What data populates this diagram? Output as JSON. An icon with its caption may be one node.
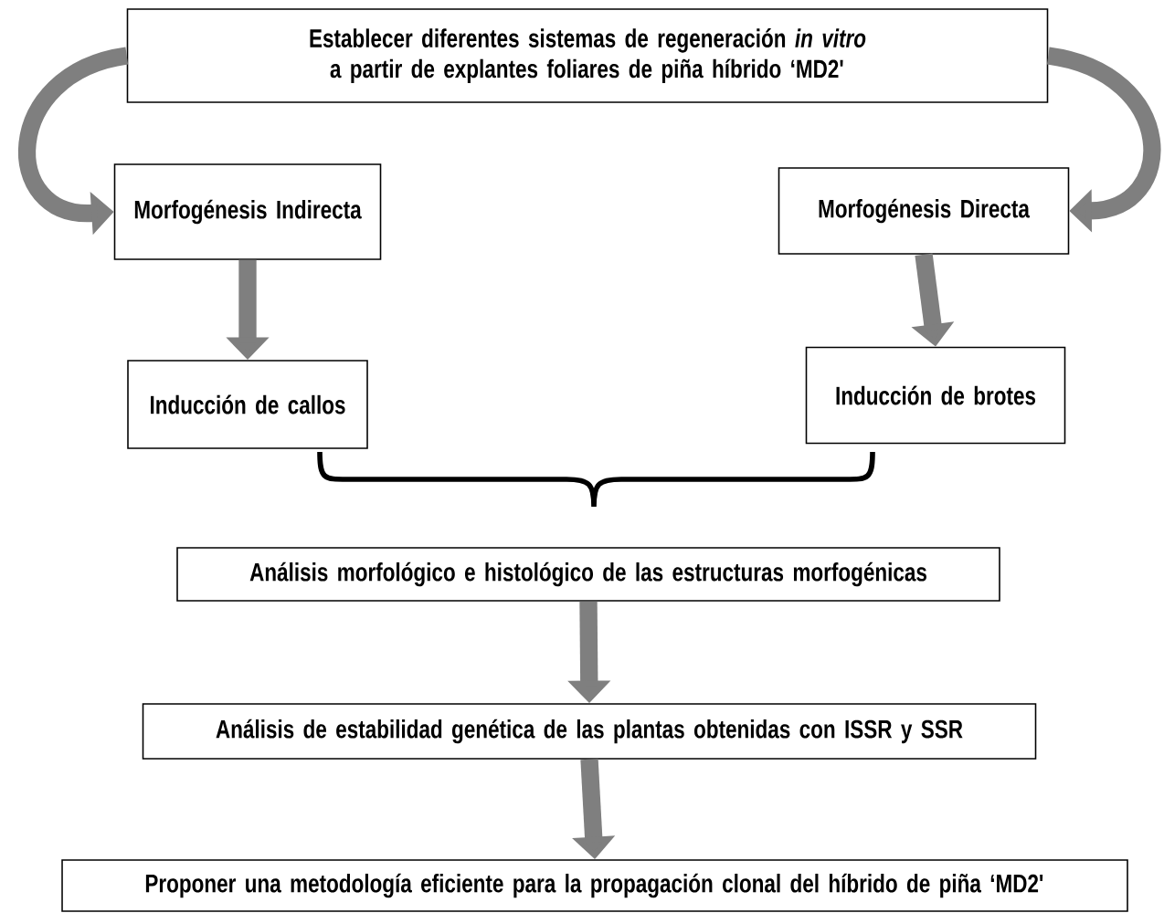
{
  "diagram": {
    "nodes": [
      {
        "text": [
          "Establecer diferentes sistemas de regeneración *in vitro* a partir de explantes foliares de piña híbrido ‘MD2'"
        ]
      },
      {
        "text": [
          "Morfogénesis Indirecta"
        ]
      },
      {
        "text": [
          "Morfogénesis Directa"
        ]
      },
      {
        "text": [
          "Inducción de callos"
        ]
      },
      {
        "text": [
          "Inducción de brotes"
        ]
      },
      {
        "text": [
          "Análisis morfológico e histológico de las estructuras morfogénicas"
        ]
      },
      {
        "text": [
          "Análisis de estabilidad genética de las plantas obtenidas con ISSR y SSR"
        ]
      },
      {
        "text": [
          "Proponer una metodología eficiente para la propagación clonal del híbrido de piña ‘MD2'"
        ]
      }
    ],
    "edges": [
      {
        "from": 0,
        "to": 1,
        "arrow": "to"
      },
      {
        "from": 0,
        "to": 2,
        "arrow": "to"
      },
      {
        "from": 1,
        "to": 3,
        "arrow": "to"
      },
      {
        "from": 2,
        "to": 4,
        "arrow": "to"
      },
      {
        "from": 5,
        "to": 6,
        "arrow": "to"
      },
      {
        "from": 6,
        "to": 7,
        "arrow": "to"
      }
    ]
  }
}
